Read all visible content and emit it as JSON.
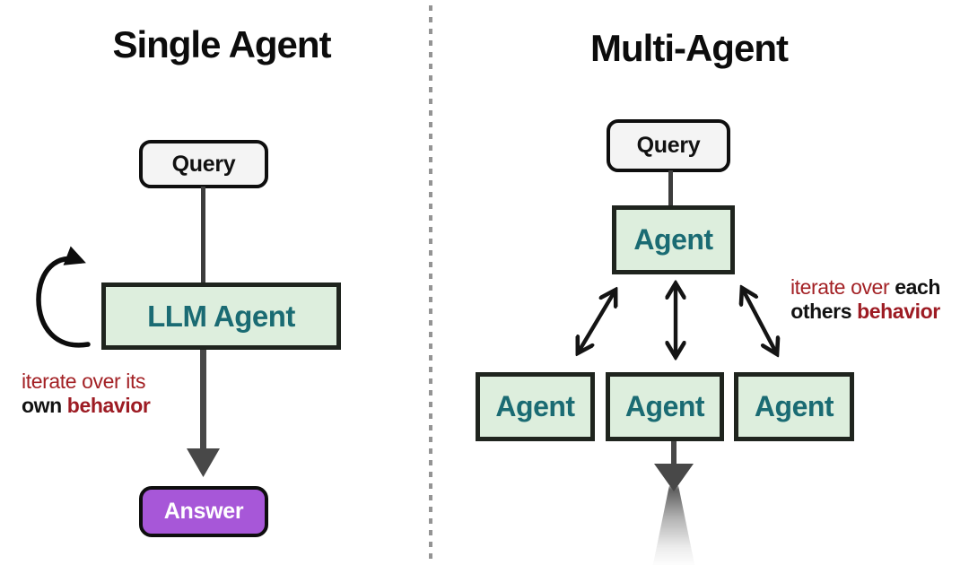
{
  "left_panel": {
    "title": "Single Agent",
    "query_label": "Query",
    "agent_label": "LLM Agent",
    "answer_label": "Answer",
    "annotation": {
      "line1_red": "iterate over its",
      "line2_bold_dark": "own",
      "line2_bold_red": "behavior"
    }
  },
  "right_panel": {
    "title": "Multi-Agent",
    "query_label": "Query",
    "coordinator_label": "Agent",
    "workers": [
      {
        "label": "Agent"
      },
      {
        "label": "Agent"
      },
      {
        "label": "Agent"
      }
    ],
    "annotation": {
      "line1_red": "iterate over",
      "line1_bold_dark": "each",
      "line2_bold_dark": "others",
      "line2_bold_red": "behavior"
    }
  },
  "colors": {
    "agent_box_fill": "#ddeedd",
    "agent_text_teal": "#1a6b73",
    "answer_purple": "#a757d8",
    "annotation_red": "#a32125",
    "query_fill": "#f4f4f4",
    "arrow_gray": "#484848",
    "divider_gray": "#949494",
    "box_border_dark": "#1f241e"
  }
}
